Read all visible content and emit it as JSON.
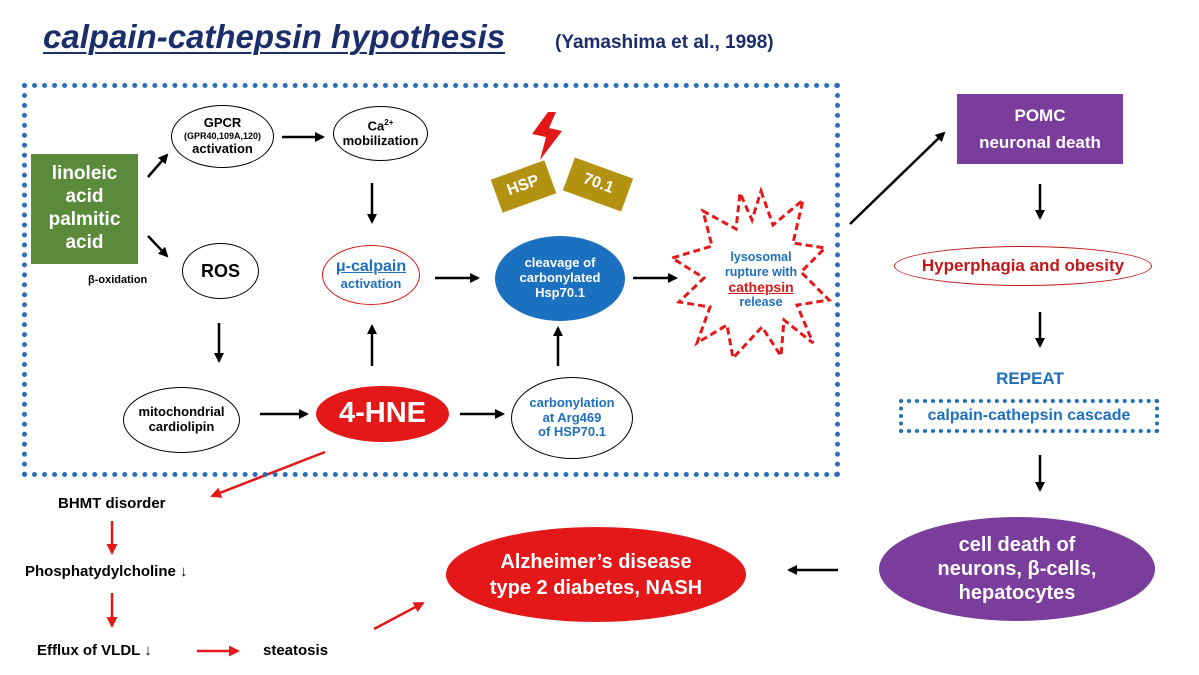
{
  "title": "calpain-cathepsin hypothesis",
  "citation": "(Yamashima et al., 1998)",
  "nodes": {
    "fatty_acids": [
      "linoleic",
      "acid",
      "palmitic",
      "acid"
    ],
    "gpcr": {
      "line1": "GPCR",
      "line2": "(GPR40,109A,120)",
      "line3": "activation"
    },
    "ca": {
      "base": "Ca",
      "sup": "2+",
      "line2": "mobilization"
    },
    "ros": "ROS",
    "beta_oxidation": "β-oxidation",
    "calpain": {
      "line1": "μ-calpain",
      "line2": "activation"
    },
    "hsp": {
      "left": "HSP",
      "right": "70.1"
    },
    "cleavage": [
      "cleavage of",
      "carbonylated",
      "Hsp70.1"
    ],
    "lysosomal": {
      "line1": "lysosomal",
      "line2": "rupture with",
      "line3": "cathepsin",
      "line4": "release"
    },
    "mito": [
      "mitochondrial",
      "cardiolipin"
    ],
    "hne": "4-HNE",
    "carbonylation": [
      "carbonylation",
      "at Arg469",
      "of HSP70.1"
    ],
    "pomc": [
      "POMC",
      "neuronal death"
    ],
    "hyperphagia": "Hyperphagia and obesity",
    "repeat": "REPEAT",
    "cascade": "calpain-cathepsin cascade",
    "cell_death": [
      "cell death of",
      "neurons, β-cells,",
      "hepatocytes"
    ],
    "disease": [
      "Alzheimer’s disease",
      "type 2 diabetes, NASH"
    ],
    "bhmt": "BHMT disorder",
    "phospho": "Phosphatydylcholine ↓",
    "efflux": "Efflux of VLDL ↓",
    "steatosis": "steatosis"
  },
  "colors": {
    "title": "#1b2e6b",
    "dotted_frame": "#2a6fb8",
    "green_box": "#5a8a3a",
    "blue_text": "#1f6fbf",
    "red": "#e41818",
    "purple": "#7a3d9b",
    "gold": "#b39212"
  }
}
